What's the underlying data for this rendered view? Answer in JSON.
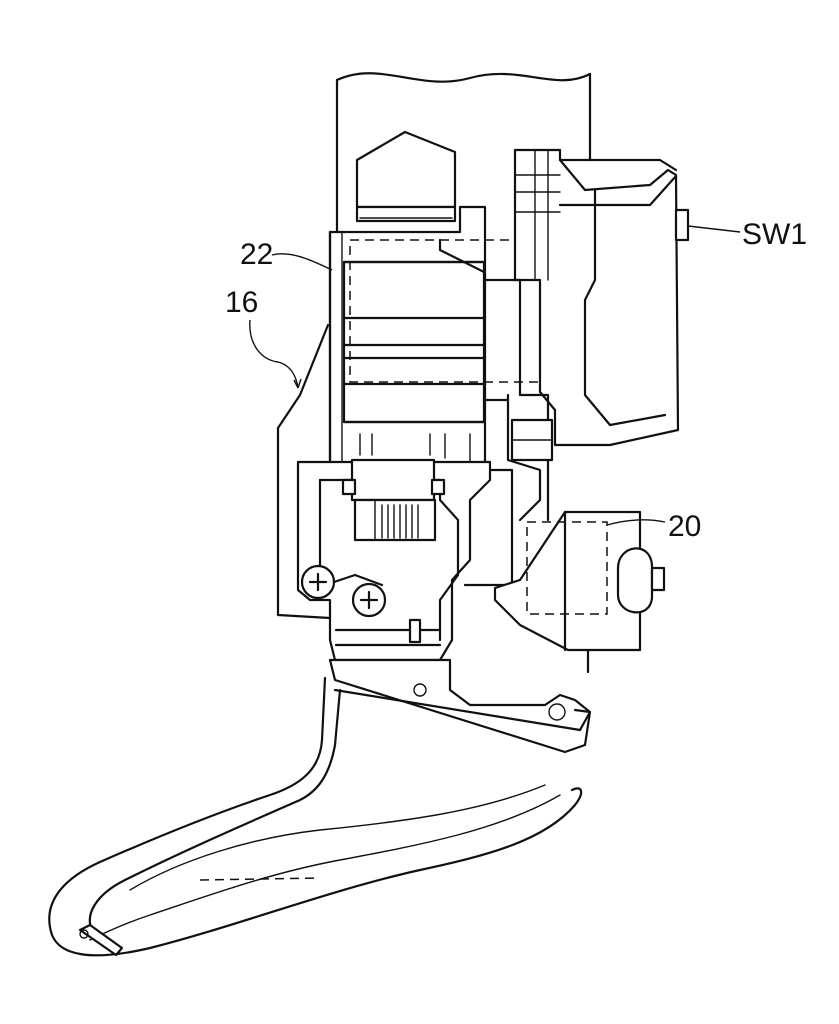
{
  "labels": {
    "sw1": "SW1",
    "ref_22": "22",
    "ref_16": "16",
    "ref_20": "20"
  }
}
